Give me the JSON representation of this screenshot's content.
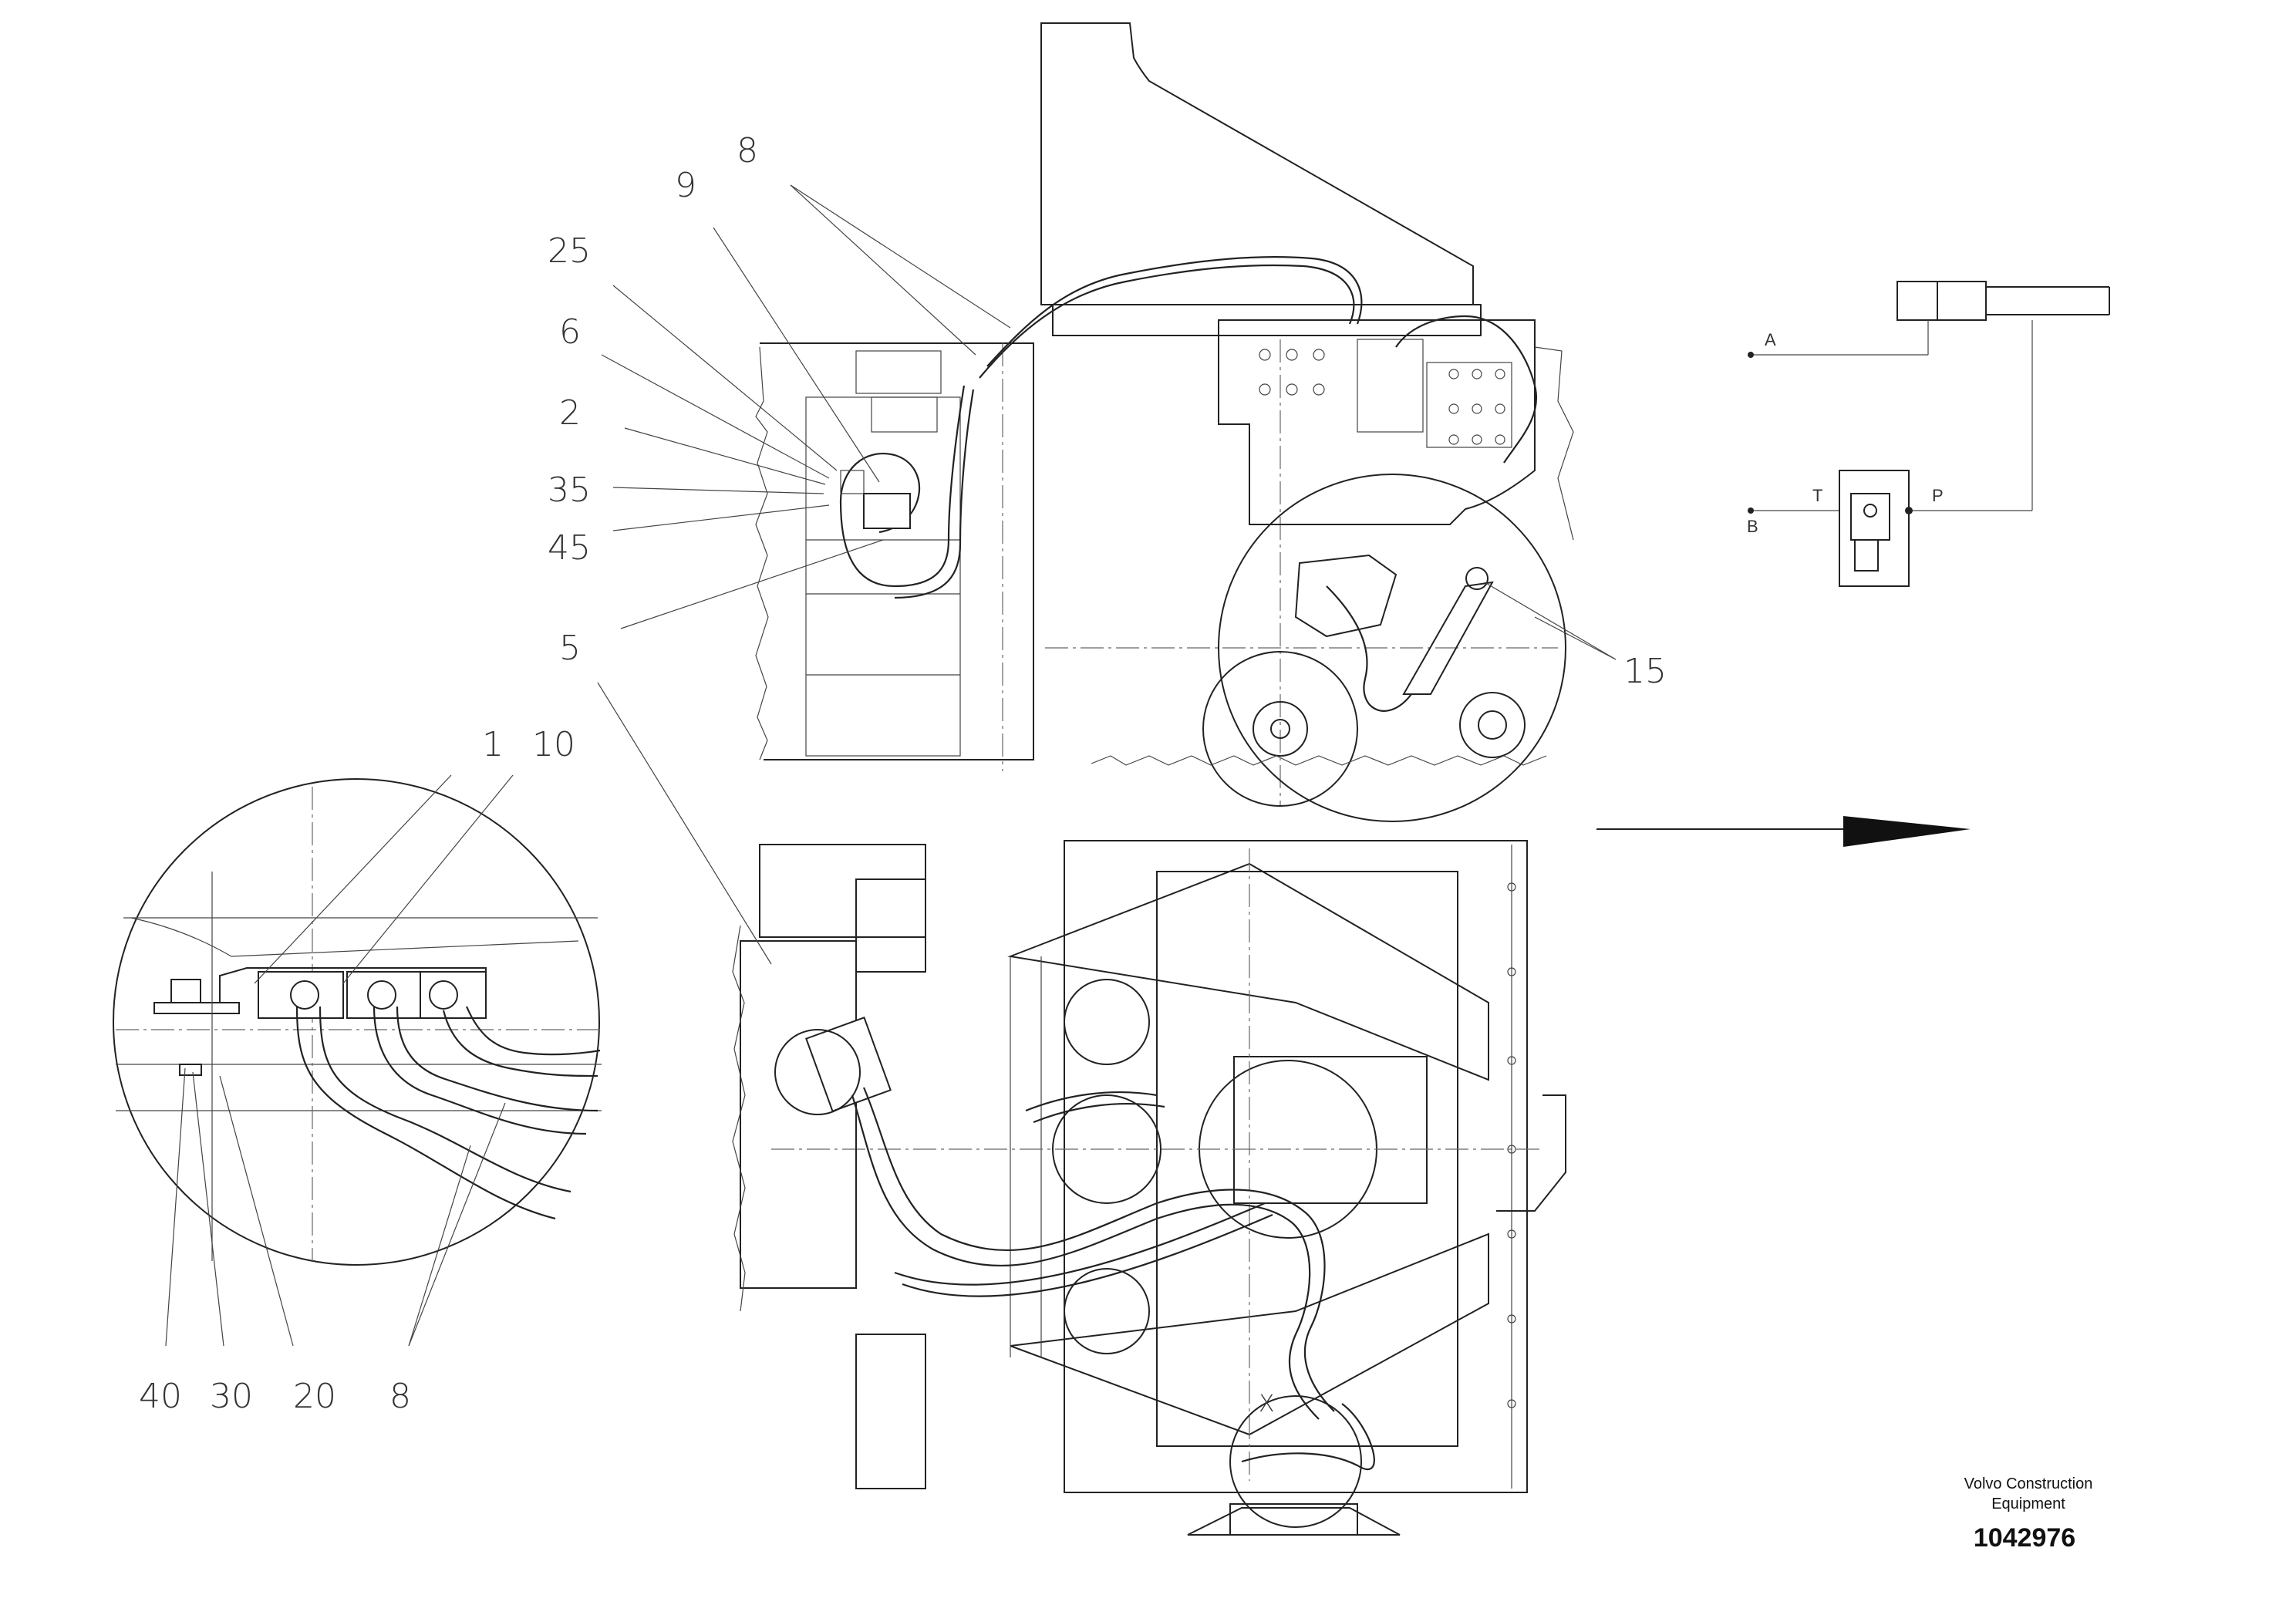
{
  "callouts_top": [
    {
      "id": "c8a",
      "text": "8"
    },
    {
      "id": "c9",
      "text": "9"
    },
    {
      "id": "c25",
      "text": "25"
    },
    {
      "id": "c6",
      "text": "6"
    },
    {
      "id": "c2",
      "text": "2"
    },
    {
      "id": "c35",
      "text": "35"
    },
    {
      "id": "c45",
      "text": "45"
    },
    {
      "id": "c5",
      "text": "5"
    },
    {
      "id": "c15",
      "text": "15"
    },
    {
      "id": "c1",
      "text": "1"
    },
    {
      "id": "c10",
      "text": "10"
    }
  ],
  "callouts_bottom": [
    {
      "id": "c40",
      "text": "40"
    },
    {
      "id": "c30",
      "text": "30"
    },
    {
      "id": "c20",
      "text": "20"
    },
    {
      "id": "c8b",
      "text": "8"
    }
  ],
  "detail_marker": "X",
  "schematic": {
    "port_a": "A",
    "port_b": "B",
    "port_t": "T",
    "port_p": "P"
  },
  "footer": {
    "brand_line1": "Volvo Construction",
    "brand_line2": "Equipment",
    "doc_number": "1042976"
  }
}
